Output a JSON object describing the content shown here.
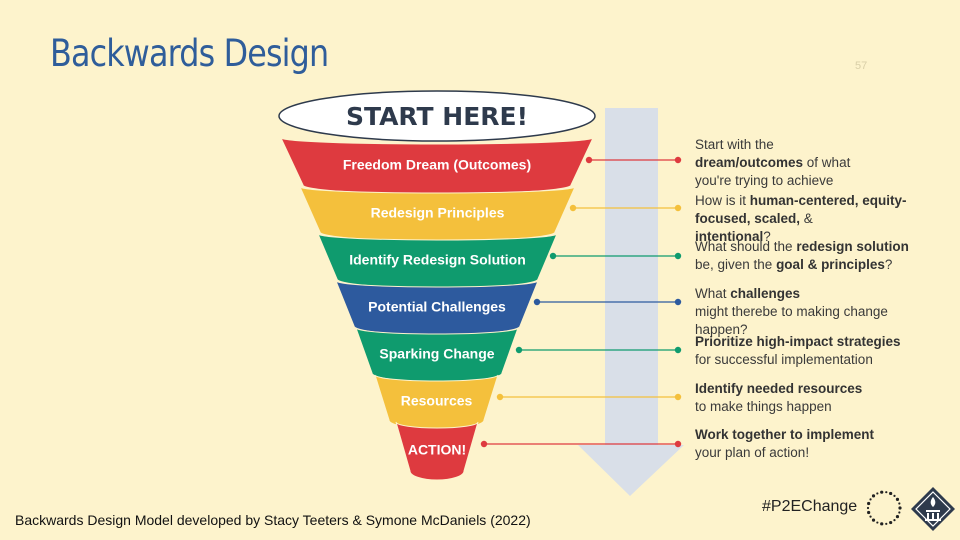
{
  "slide": {
    "title": "Backwards Design",
    "number": "57",
    "footer": "Backwards Design Model developed by Stacy Teeters & Symone McDaniels (2022)",
    "hashtag": "#P2EChange"
  },
  "funnel": {
    "start_label": "START HERE!",
    "layers": [
      {
        "label": "Freedom Dream (Outcomes)",
        "color": "#de3a3f"
      },
      {
        "label": "Redesign Principles",
        "color": "#f4c03c"
      },
      {
        "label": "Identify Redesign Solution",
        "color": "#0f9b6e"
      },
      {
        "label": "Potential Challenges",
        "color": "#2d5a9e"
      },
      {
        "label": "Sparking Change",
        "color": "#0f9b6e"
      },
      {
        "label": "Resources",
        "color": "#f4c03c"
      },
      {
        "label": "ACTION!",
        "color": "#de3a3f"
      }
    ]
  },
  "descriptions": [
    {
      "parts": [
        {
          "t": "Start with the",
          "b": false
        },
        {
          "t": "dream/outcomes",
          "b": true
        },
        {
          "t": " of what",
          "b": false
        },
        {
          "t": "you're trying to achieve",
          "b": false
        }
      ]
    },
    {
      "parts": [
        {
          "t": "How is it ",
          "b": false
        },
        {
          "t": "human-centered, equity-",
          "b": true
        },
        {
          "t": "focused, scaled,",
          "b": true
        },
        {
          "t": " & ",
          "b": false
        },
        {
          "t": "intentional",
          "b": true
        },
        {
          "t": "?",
          "b": false
        }
      ]
    },
    {
      "parts": [
        {
          "t": "What should the ",
          "b": false
        },
        {
          "t": "redesign solution",
          "b": true
        },
        {
          "t": "be, given the ",
          "b": false
        },
        {
          "t": "goal & principles",
          "b": true
        },
        {
          "t": "?",
          "b": false
        }
      ]
    },
    {
      "parts": [
        {
          "t": "What ",
          "b": false
        },
        {
          "t": "challenges",
          "b": true
        },
        {
          "t": " might there",
          "b": false
        },
        {
          "t": "be to making change happen?",
          "b": false
        }
      ]
    },
    {
      "parts": [
        {
          "t": "Prioritize high-impact strategies",
          "b": true
        },
        {
          "t": "for successful implementation",
          "b": false
        }
      ]
    },
    {
      "parts": [
        {
          "t": "Identify needed resources",
          "b": true
        },
        {
          "t": "to make things happen",
          "b": false
        }
      ]
    },
    {
      "parts": [
        {
          "t": "Work together to implement",
          "b": true
        },
        {
          "t": "your plan of action!",
          "b": false
        }
      ]
    }
  ]
}
